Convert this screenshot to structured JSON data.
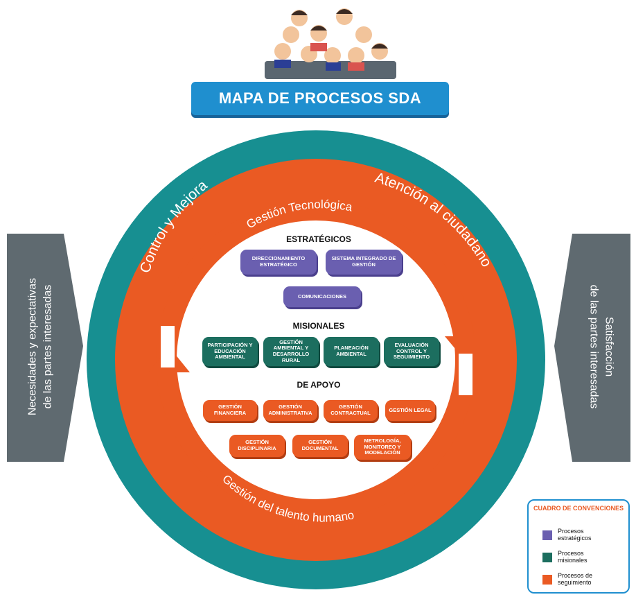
{
  "title": "MAPA DE PROCESOS SDA",
  "rings": {
    "outer": "Control y Mejora",
    "outer_right": "Atención al ciudadano",
    "top_inner": "Gestión Tecnológica",
    "bottom_inner": "Gestión del talento humano"
  },
  "left_arrow": {
    "line1": "Necesidades y expectativas",
    "line2": "de las partes interesadas"
  },
  "right_arrow": {
    "line1": "Satisfacción",
    "line2": "de las partes interesadas"
  },
  "sections": {
    "estrategicos": {
      "title": "ESTRATÉGICOS",
      "items": [
        "DIRECCIONAMIENTO ESTRATÉGICO",
        "SISTEMA INTEGRADO DE GESTIÓN",
        "COMUNICACIONES"
      ]
    },
    "misionales": {
      "title": "MISIONALES",
      "items": [
        "PARTICIPACIÓN Y EDUCACIÓN AMBIENTAL",
        "GESTIÓN AMBIENTAL Y DESARROLLO RURAL",
        "PLANEACIÓN AMBIENTAL",
        "EVALUACIÓN CONTROL Y SEGUIMIENTO"
      ]
    },
    "apoyo": {
      "title": "DE APOYO",
      "items": [
        "GESTIÓN FINANCIERA",
        "GESTIÓN ADMINISTRATIVA",
        "GESTIÓN CONTRACTUAL",
        "GESTIÓN LEGAL",
        "GESTIÓN DISCIPLINARIA",
        "GESTIÓN DOCUMENTAL",
        "METROLOGÍA, MONITOREO Y MODELACIÓN"
      ]
    }
  },
  "legend": {
    "title": "CUADRO DE CONVENCIONES",
    "items": [
      {
        "label": "Procesos estratégicos",
        "color": "#6a5fb0"
      },
      {
        "label": "Procesos misionales",
        "color": "#1c6e5f"
      },
      {
        "label": "Procesos de seguimiento",
        "color": "#ea5a23"
      }
    ]
  },
  "colors": {
    "teal": "#178f91",
    "orange": "#ea5a23",
    "navy": "#2b3e95",
    "blue": "#1f8fcf",
    "gray": "#5f6a70"
  }
}
